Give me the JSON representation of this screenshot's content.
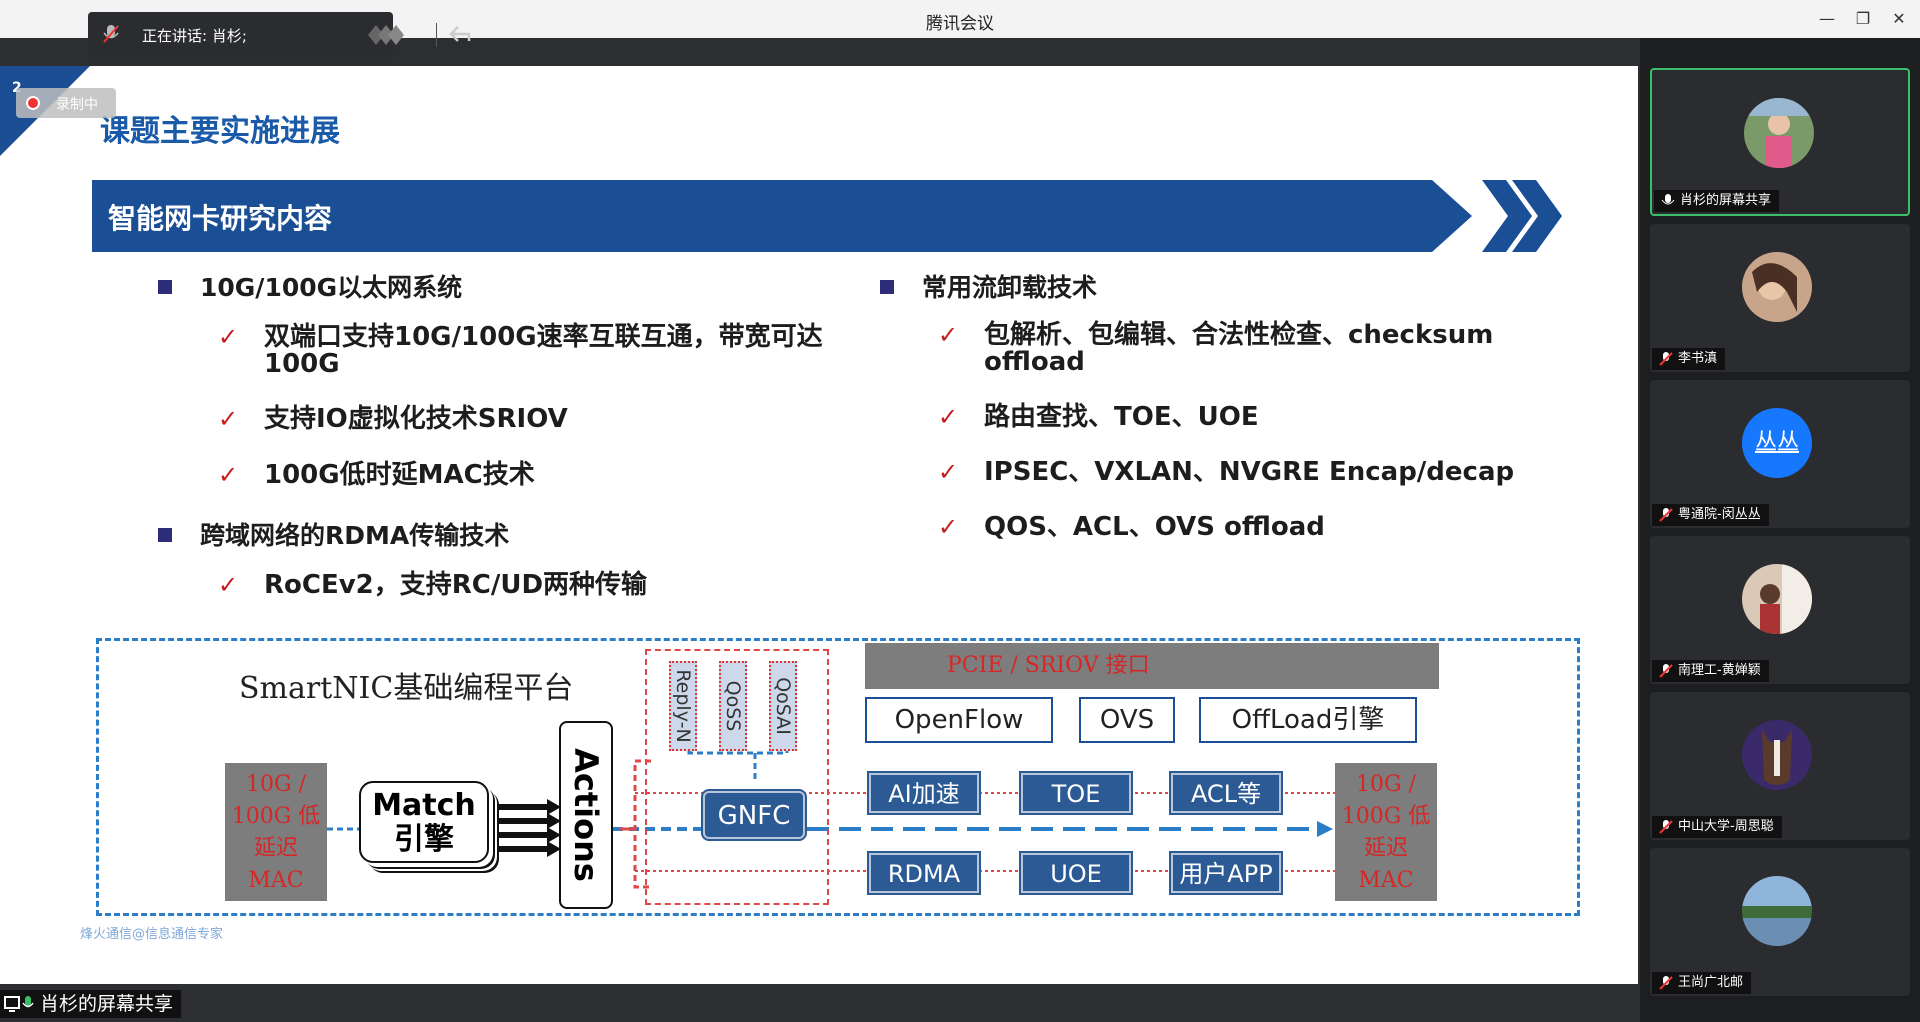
{
  "window": {
    "title": "腾讯会议"
  },
  "speaking": {
    "label": "正在讲话: 肖杉;"
  },
  "recording": {
    "label": "录制中",
    "slide_number": "2"
  },
  "slide": {
    "title": "课题主要实施进展",
    "banner": "智能网卡研究内容",
    "left": {
      "b1": "10G/100G以太网系统",
      "b1_items": [
        "双端口支持10G/100G速率互联互通，带宽可达 100G",
        "支持IO虚拟化技术SRIOV",
        "100G低时延MAC技术"
      ],
      "b2": "跨域网络的RDMA传输技术",
      "b2_items": [
        "RoCEv2，支持RC/UD两种传输"
      ]
    },
    "right": {
      "b1": "常用流卸载技术",
      "b1_items": [
        "包解析、包编辑、合法性检查、checksum offload",
        "路由查找、TOE、UOE",
        "IPSEC、VXLAN、NVGRE  Encap/decap",
        "QOS、ACL、OVS offload"
      ]
    },
    "diagram": {
      "title": "SmartNIC基础编程平台",
      "mac_left": "10G / 100G 低延迟 MAC",
      "mac_right": "10G / 100G 低延迟 MAC",
      "match": "Match 引擎",
      "actions": "Actions",
      "tags": [
        "Reply-N",
        "QoSS",
        "QoSAI"
      ],
      "pcie": "PCIE            /         SRIOV 接口",
      "top_boxes": [
        "OpenFlow",
        "OVS",
        "OffLoad引擎"
      ],
      "gnfc": "GNFC",
      "row1": [
        "AI加速",
        "TOE",
        "ACL等"
      ],
      "row2": [
        "RDMA",
        "UOE",
        "用户APP"
      ]
    },
    "watermark": "烽火通信@信息通信专家"
  },
  "participants": [
    {
      "name": "肖杉的屏幕共享",
      "avatar": "photo-child"
    },
    {
      "name": "李书滇",
      "avatar": "photo-woman"
    },
    {
      "name": "粤通院-闵丛丛",
      "avatar": "text",
      "avatar_text": "丛丛",
      "avatar_color": "#1677ff"
    },
    {
      "name": "南理工-黄婵颖",
      "avatar": "photo-room"
    },
    {
      "name": "中山大学-周思聪",
      "avatar": "photo-horse"
    },
    {
      "name": "王尚广北邮",
      "avatar": "photo-lake"
    }
  ],
  "share_tag": {
    "label": "肖杉的屏幕共享"
  },
  "colors": {
    "accent_green": "#3bbf6b",
    "slide_blue": "#1b4f95",
    "check_red": "#c61e1e"
  }
}
